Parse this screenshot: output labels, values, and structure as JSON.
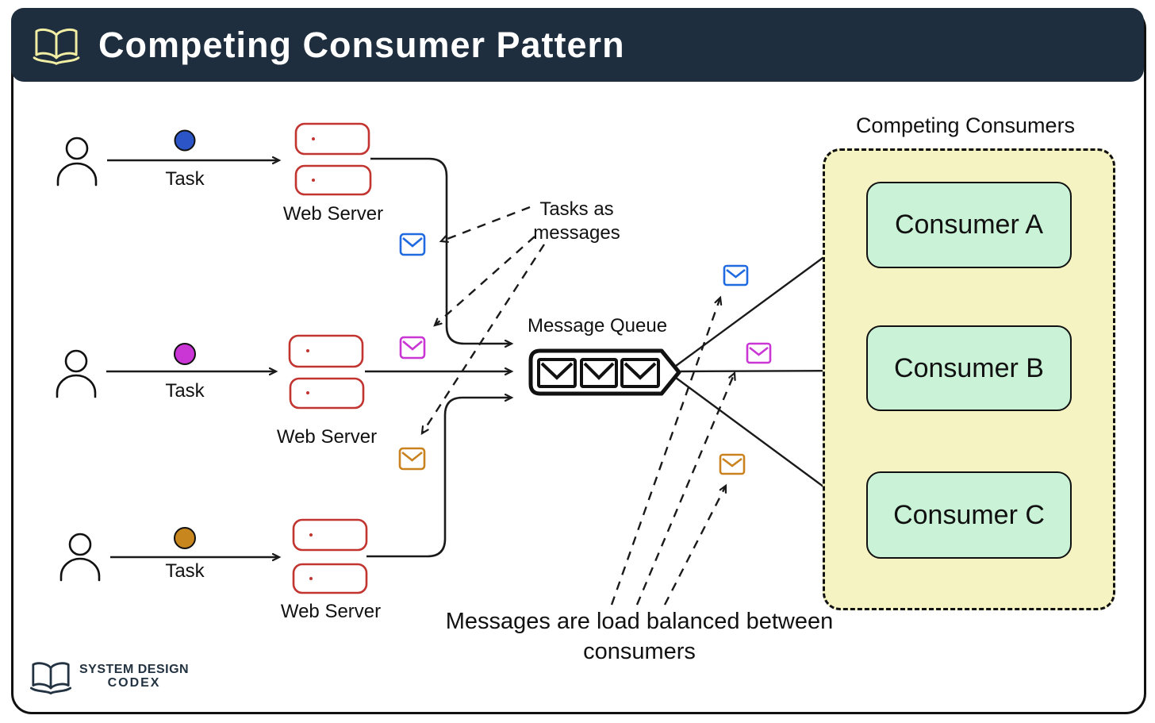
{
  "header": {
    "title": "Competing Consumer Pattern",
    "bg_color": "#1f2e3e",
    "book_icon_color": "#f2efa4"
  },
  "producers": [
    {
      "task_label": "Task",
      "server_label": "Web Server",
      "color": "#2c55c8"
    },
    {
      "task_label": "Task",
      "server_label": "Web Server",
      "color": "#ca35d6"
    },
    {
      "task_label": "Task",
      "server_label": "Web Server",
      "color": "#c8861f"
    }
  ],
  "annotations": {
    "tasks_as_messages_line1": "Tasks as",
    "tasks_as_messages_line2": "messages",
    "load_balanced_line1": "Messages are load balanced between",
    "load_balanced_line2": "consumers"
  },
  "queue": {
    "label": "Message Queue",
    "message_count": 3
  },
  "consumers_group": {
    "title": "Competing Consumers",
    "bg_color": "#f6f3c2",
    "item_bg_color": "#c9f2d6",
    "items": [
      {
        "label": "Consumer A"
      },
      {
        "label": "Consumer B"
      },
      {
        "label": "Consumer C"
      }
    ]
  },
  "colors": {
    "server_stroke": "#c23430",
    "message_blue": "#1f6ae0",
    "message_magenta": "#ca35d6",
    "message_orange": "#c9821d",
    "line": "#1a1a1a"
  },
  "logo": {
    "line1": "SYSTEM DESIGN",
    "line2": "CODEX"
  }
}
